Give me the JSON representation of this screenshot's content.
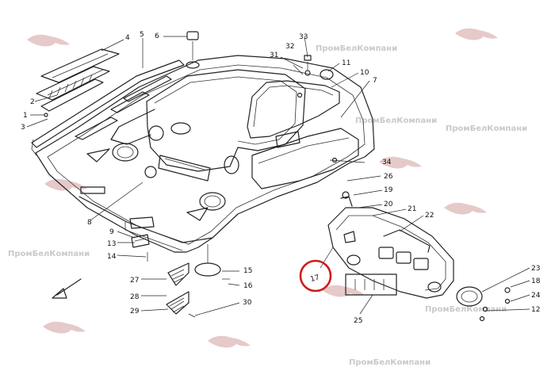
{
  "watermark": {
    "text": "ПромБелКомпани",
    "color": "#c9c9c9",
    "logo_color": "#e6c9c9"
  },
  "callout_highlight": {
    "label": "17",
    "color": "#d11a1a"
  },
  "part_labels": {
    "p1": "1",
    "p2": "2",
    "p3": "3",
    "p4": "4",
    "p5": "5",
    "p6": "6",
    "p7": "7",
    "p8": "8",
    "p9": "9",
    "p10": "10",
    "p11": "11",
    "p12": "12",
    "p13": "13",
    "p14": "14",
    "p15": "15",
    "p16": "16",
    "p18": "18",
    "p19": "19",
    "p20": "20",
    "p21": "21",
    "p22": "22",
    "p23": "23",
    "p24": "24",
    "p25": "25",
    "p26": "26",
    "p27": "27",
    "p28": "28",
    "p29": "29",
    "p30": "30",
    "p31": "31",
    "p32": "32",
    "p33": "33",
    "p34": "34"
  }
}
